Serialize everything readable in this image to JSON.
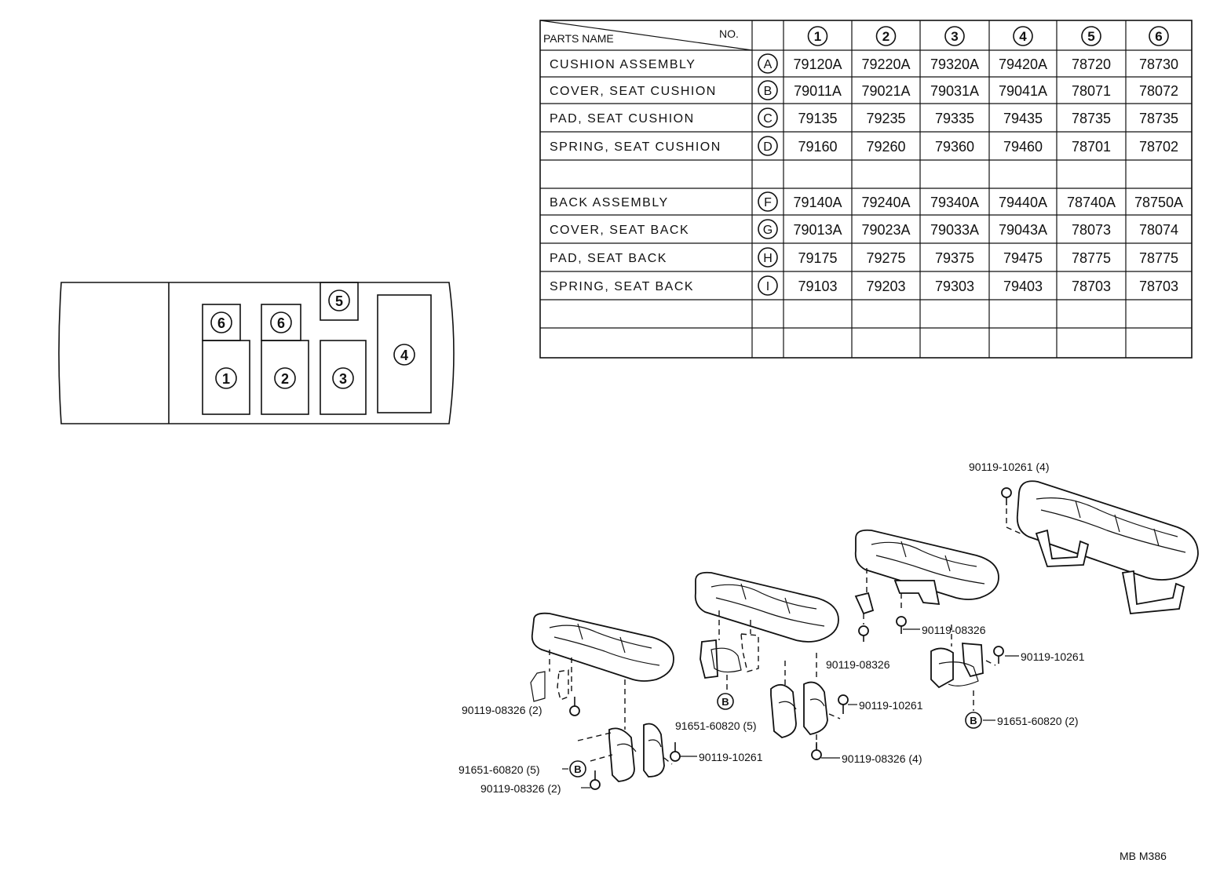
{
  "table": {
    "header_parts": "PARTS NAME",
    "header_no": "NO.",
    "columns": [
      "1",
      "2",
      "3",
      "4",
      "5",
      "6"
    ],
    "rows": [
      {
        "name": "CUSHION ASSEMBLY",
        "mark": "A",
        "cells": [
          "79120A",
          "79220A",
          "79320A",
          "79420A",
          "78720",
          "78730"
        ]
      },
      {
        "name": "COVER, SEAT CUSHION",
        "mark": "B",
        "cells": [
          "79011A",
          "79021A",
          "79031A",
          "79041A",
          "78071",
          "78072"
        ]
      },
      {
        "name": "PAD, SEAT CUSHION",
        "mark": "C",
        "cells": [
          "79135",
          "79235",
          "79335",
          "79435",
          "78735",
          "78735"
        ]
      },
      {
        "name": "SPRING, SEAT CUSHION",
        "mark": "D",
        "cells": [
          "79160",
          "79260",
          "79360",
          "79460",
          "78701",
          "78702"
        ]
      },
      {
        "name": "",
        "mark": "",
        "cells": [
          "",
          "",
          "",
          "",
          "",
          ""
        ]
      },
      {
        "name": "BACK ASSEMBLY",
        "mark": "F",
        "cells": [
          "79140A",
          "79240A",
          "79340A",
          "79440A",
          "78740A",
          "78750A"
        ]
      },
      {
        "name": "COVER, SEAT BACK",
        "mark": "G",
        "cells": [
          "79013A",
          "79023A",
          "79033A",
          "79043A",
          "78073",
          "78074"
        ]
      },
      {
        "name": "PAD, SEAT BACK",
        "mark": "H",
        "cells": [
          "79175",
          "79275",
          "79375",
          "79475",
          "78775",
          "78775"
        ]
      },
      {
        "name": "SPRING, SEAT BACK",
        "mark": "I",
        "cells": [
          "79103",
          "79203",
          "79303",
          "79403",
          "78703",
          "78703"
        ]
      },
      {
        "name": "",
        "mark": "",
        "cells": [
          "",
          "",
          "",
          "",
          "",
          ""
        ]
      },
      {
        "name": "",
        "mark": "",
        "cells": [
          "",
          "",
          "",
          "",
          "",
          ""
        ]
      }
    ]
  },
  "layout_diagram": {
    "labels": [
      "6",
      "6",
      "5",
      "1",
      "2",
      "3",
      "4"
    ]
  },
  "callouts": {
    "c1": "90119-10261 (4)",
    "c2": "90119-08326",
    "c3": "90119-08326",
    "c4": "90119-10261",
    "c5": "91651-60820 (2)",
    "c6": "90119-10261",
    "c7": "90119-08326 (4)",
    "c8": "91651-60820 (5)",
    "c9": "90119-08326 (2)",
    "c10": "90119-10261",
    "c11": "91651-60820 (5)",
    "c12": "90119-08326 (2)",
    "mark_b": "B"
  },
  "footer_code": "MB  M386"
}
